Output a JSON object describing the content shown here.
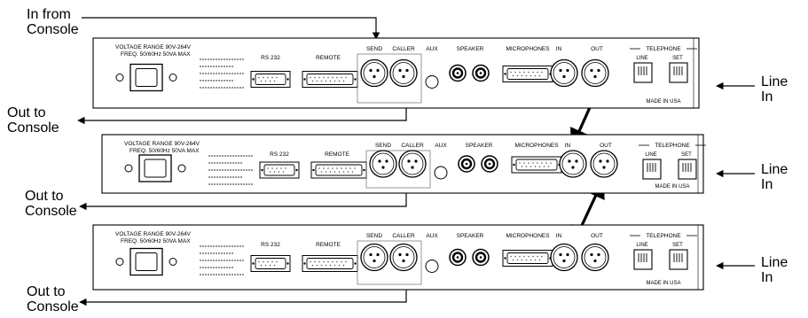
{
  "labels": {
    "in_from_console": [
      "In from",
      "Console"
    ],
    "out_to_console": [
      "Out to",
      "Console"
    ],
    "line_in": [
      "Line",
      "In"
    ]
  },
  "panel": {
    "rows": [
      {
        "voltage_text": [
          "VOLTAGE RANGE 90V-264V",
          "FREQ. 50/60Hz 50VA MAX"
        ],
        "port_labels": {
          "rs232": "RS 232",
          "remote": "REMOTE",
          "send": "SEND",
          "caller": "CALLER",
          "aux": "AUX",
          "speaker": "SPEAKER",
          "microphones": "MICROPHONES",
          "in": "IN",
          "out": "OUT",
          "telephone": "TELEPHONE",
          "line": "LINE",
          "set": "SET",
          "made_in": "MADE IN USA"
        }
      },
      {
        "voltage_text": [
          "VOLTAGE RANGE 90V-264V",
          "FREQ. 50/60Hz 50VA MAX"
        ],
        "port_labels": {
          "rs232": "RS 232",
          "remote": "REMOTE",
          "send": "SEND",
          "caller": "CALLER",
          "aux": "AUX",
          "speaker": "SPEAKER",
          "microphones": "MICROPHONES",
          "in": "IN",
          "out": "OUT",
          "telephone": "TELEPHONE",
          "line": "LINE",
          "set": "SET",
          "made_in": "MADE IN USA"
        }
      },
      {
        "voltage_text": [
          "VOLTAGE RANGE 90V-264V",
          "FREQ. 50/60Hz 50VA MAX"
        ],
        "port_labels": {
          "rs232": "RS 232",
          "remote": "REMOTE",
          "send": "SEND",
          "caller": "CALLER",
          "aux": "AUX",
          "speaker": "SPEAKER",
          "microphones": "MICROPHONES",
          "in": "IN",
          "out": "OUT",
          "telephone": "TELEPHONE",
          "line": "LINE",
          "set": "SET",
          "made_in": "MADE IN USA"
        }
      }
    ]
  },
  "colors": {
    "ink": "#000000",
    "panel_fill": "#ffffff",
    "detail": "#555555"
  }
}
